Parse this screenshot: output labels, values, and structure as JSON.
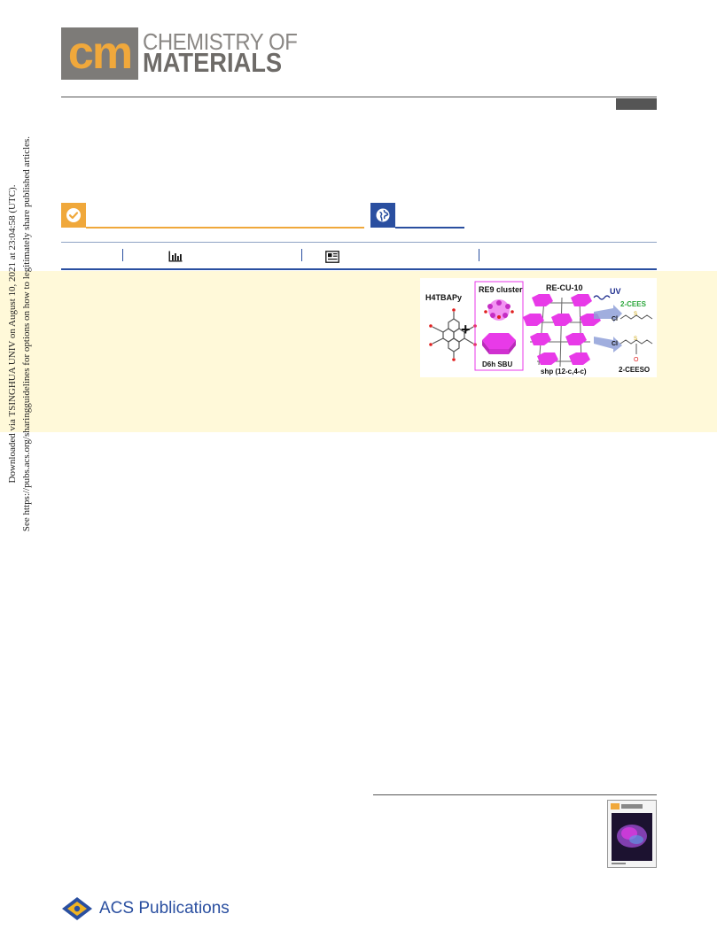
{
  "journal": {
    "logo_letters": "cm",
    "name_line1": "CHEMISTRY OF",
    "name_line2": "MATERIALS"
  },
  "toc_graphic": {
    "ligand_label": "H4TBAPy",
    "cluster_label": "RE9 cluster",
    "sbu_label": "D6h SBU",
    "framework_label": "RE-CU-10",
    "topology_label": "shp (12-c,4-c)",
    "light_label": "UV",
    "substrate_label": "2-CEES",
    "product_label": "2-CEESO",
    "atom_cl_1": "Cl",
    "atom_cl_2": "Cl",
    "atom_s_1": "S",
    "atom_s_2": "S",
    "atom_o": "O",
    "colors": {
      "cluster": "#e83ae8",
      "substrate": "#2aa63a",
      "arrow": "#8fa0d8",
      "ligand": "#555555",
      "uv": "#1b2a8c",
      "sulfur": "#c9a000",
      "oxygen": "#e02020"
    }
  },
  "watermark": {
    "line1": "Downloaded via TSINGHUA UNIV on August 10, 2021 at 23:04:58 (UTC).",
    "line2": "See https://pubs.acs.org/sharingguidelines for options on how to legitimately share published articles."
  },
  "footer": {
    "publisher": "ACS Publications"
  },
  "icons": {
    "check": "check-circle-icon",
    "globe": "globe-icon",
    "metrics": "bar-chart-icon",
    "article": "article-icon",
    "acs": "acs-logo-icon"
  },
  "colors": {
    "accent_orange": "#f0a83b",
    "accent_blue": "#2a4fa0",
    "abstract_bg": "#fff9d9",
    "logo_gray": "#7d7b78"
  }
}
